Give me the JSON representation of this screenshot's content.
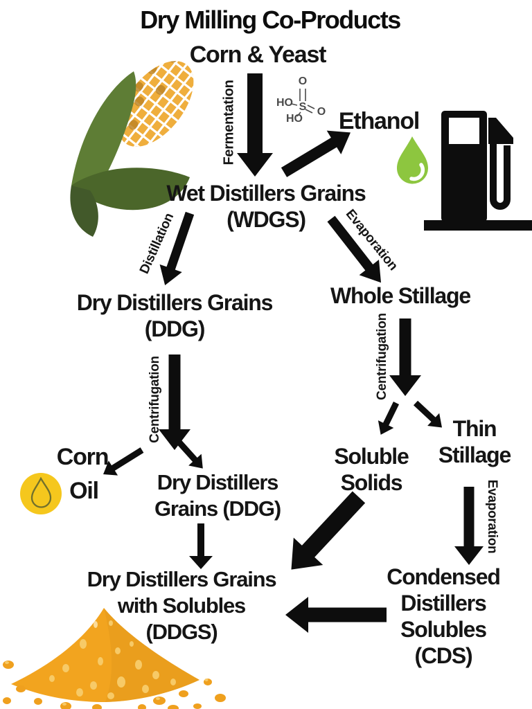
{
  "title": "Dry Milling Co-Products",
  "nodes": {
    "corn_yeast": {
      "label": "Corn & Yeast"
    },
    "ethanol": {
      "label": "Ethanol"
    },
    "wdgs": {
      "line1": "Wet Distillers Grains",
      "line2": "(WDGS)"
    },
    "ddg1": {
      "line1": "Dry Distillers Grains",
      "line2": "(DDG)"
    },
    "whole_stillage": {
      "label": "Whole Stillage"
    },
    "corn_oil": {
      "line1": "Corn",
      "line2": "Oil"
    },
    "ddg2": {
      "line1": "Dry Distillers",
      "line2": "Grains (DDG)"
    },
    "soluble_solids": {
      "line1": "Soluble",
      "line2": "Solids"
    },
    "thin_stillage": {
      "line1": "Thin",
      "line2": "Stillage"
    },
    "ddgs": {
      "line1": "Dry Distillers Grains",
      "line2": "with Solubles",
      "line3": "(DDGS)"
    },
    "cds": {
      "line1": "Condensed",
      "line2": "Distillers",
      "line3": "Solubles",
      "line4": "(CDS)"
    }
  },
  "process_labels": {
    "fermentation": "Fermentation",
    "distillation": "Distillation",
    "evaporation_top": "Evaporation",
    "centrifugation_left": "Centrifugation",
    "centrifugation_right": "Centrifugation",
    "evaporation_bottom": "Evaporation"
  },
  "chemistry": {
    "o_top": "O",
    "s": "S",
    "ho_left": "HO",
    "o_right": "O",
    "ho_bottom": "HO"
  },
  "edges": [
    {
      "from": "Corn & Yeast",
      "to": "Wet Distillers Grains (WDGS)",
      "label": "Fermentation"
    },
    {
      "from": "Wet Distillers Grains (WDGS)",
      "to": "Ethanol",
      "label": ""
    },
    {
      "from": "Wet Distillers Grains (WDGS)",
      "to": "Dry Distillers Grains (DDG)",
      "label": "Distillation"
    },
    {
      "from": "Wet Distillers Grains (WDGS)",
      "to": "Whole Stillage",
      "label": "Evaporation"
    },
    {
      "from": "Dry Distillers Grains (DDG)",
      "to": "Corn Oil",
      "label": "Centrifugation"
    },
    {
      "from": "Dry Distillers Grains (DDG)",
      "to": "Dry Distillers Grains (DDG)",
      "label": "Centrifugation"
    },
    {
      "from": "Whole Stillage",
      "to": "Soluble Solids",
      "label": "Centrifugation"
    },
    {
      "from": "Whole Stillage",
      "to": "Thin Stillage",
      "label": "Centrifugation"
    },
    {
      "from": "Thin Stillage",
      "to": "Condensed Distillers Solubles (CDS)",
      "label": "Evaporation"
    },
    {
      "from": "Dry Distillers Grains (DDG)",
      "to": "Dry Distillers Grains with Solubles (DDGS)",
      "label": ""
    },
    {
      "from": "Soluble Solids",
      "to": "Dry Distillers Grains with Solubles (DDGS)",
      "label": ""
    },
    {
      "from": "Condensed Distillers Solubles (CDS)",
      "to": "Dry Distillers Grains with Solubles (DDGS)",
      "label": ""
    }
  ],
  "icons": {
    "corn": "corn-ear-with-husk",
    "sulfuric_acid": "h2so4-structure",
    "ethanol_drop": "green-droplet",
    "fuel_pump": "gas-pump",
    "corn_oil_drop": "yellow-oil-droplet",
    "grain_pile": "ddgs-grain-pile"
  },
  "colors": {
    "arrow": "#0d0d0d",
    "text": "#151515",
    "corn_kernel": "#efae3d",
    "corn_kernel_dark": "#bf8526",
    "husk_green": "#5e7d35",
    "husk_green_dark": "#4b662a",
    "droplet_green": "#8dc63f",
    "oil_yellow": "#f5c71d",
    "oil_outline": "#71702c",
    "pile_orange": "#f2a41f",
    "pile_speckle": "#f7ca67",
    "chem_gray": "#4a4a4a"
  }
}
